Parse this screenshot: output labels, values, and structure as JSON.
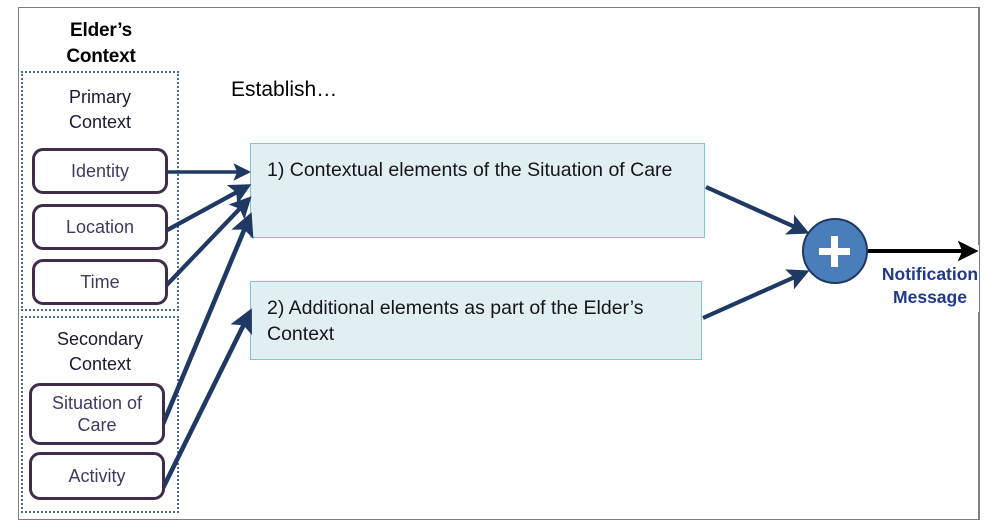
{
  "diagram": {
    "title": "Elder's Context notification composition diagram",
    "elders_context_title": "Elder’s\nContext",
    "establish_label": "Establish…",
    "notification_label": "Notification\nMessage",
    "plus_node_symbol": "+",
    "colors": {
      "process_box_fill": "#e1eff3",
      "process_box_border": "#7fc4d8",
      "context_box_border": "#3f2d4b",
      "context_box_text": "#3f3a62",
      "dotted_group_border": "#4a6c9b",
      "arrow_navy": "#1f3864",
      "arrow_black": "#000000",
      "plus_node_fill": "#4a7ebb",
      "plus_node_border": "#1f3864",
      "notification_text": "#1f3a8a",
      "frame_border": "#7f7f7f"
    },
    "groups": [
      {
        "id": "primary",
        "title": "Primary\nContext",
        "items": [
          {
            "id": "identity",
            "label": "Identity"
          },
          {
            "id": "location",
            "label": "Location"
          },
          {
            "id": "time",
            "label": "Time"
          }
        ]
      },
      {
        "id": "secondary",
        "title": "Secondary\nContext",
        "items": [
          {
            "id": "situation-of-care",
            "label": "Situation of\nCare"
          },
          {
            "id": "activity",
            "label": "Activity"
          }
        ]
      }
    ],
    "process_boxes": [
      {
        "id": "box-1",
        "label": "1) Contextual elements of the Situation of Care"
      },
      {
        "id": "box-2",
        "label": "2) Additional elements as part of the Elder’s Context"
      }
    ],
    "connections": [
      {
        "from": "identity",
        "to": "box-1"
      },
      {
        "from": "location",
        "to": "box-1"
      },
      {
        "from": "time",
        "to": "box-1"
      },
      {
        "from": "situation-of-care",
        "to": "box-1"
      },
      {
        "from": "activity",
        "to": "box-2"
      },
      {
        "from": "box-1",
        "to": "plus-node"
      },
      {
        "from": "box-2",
        "to": "plus-node"
      },
      {
        "from": "plus-node",
        "to": "notification-output"
      }
    ]
  }
}
